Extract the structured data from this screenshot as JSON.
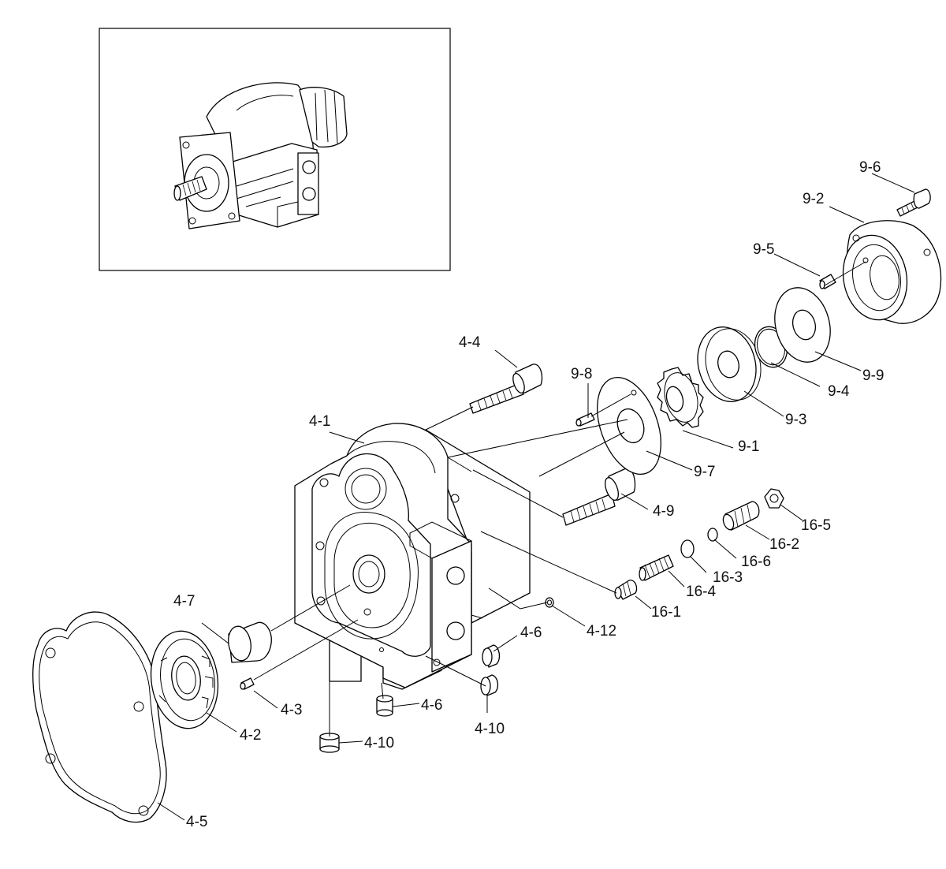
{
  "labels": {
    "l_4_1": "4-1",
    "l_4_2": "4-2",
    "l_4_3": "4-3",
    "l_4_4": "4-4",
    "l_4_5": "4-5",
    "l_4_6a": "4-6",
    "l_4_6b": "4-6",
    "l_4_7": "4-7",
    "l_4_9": "4-9",
    "l_4_10a": "4-10",
    "l_4_10b": "4-10",
    "l_4_12": "4-12",
    "l_9_1": "9-1",
    "l_9_2": "9-2",
    "l_9_3": "9-3",
    "l_9_4": "9-4",
    "l_9_5": "9-5",
    "l_9_6": "9-6",
    "l_9_7": "9-7",
    "l_9_8": "9-8",
    "l_9_9": "9-9",
    "l_16_1": "16-1",
    "l_16_2": "16-2",
    "l_16_3": "16-3",
    "l_16_4": "16-4",
    "l_16_5": "16-5",
    "l_16_6": "16-6"
  },
  "colors": {
    "line": "#000000",
    "background": "#ffffff"
  }
}
